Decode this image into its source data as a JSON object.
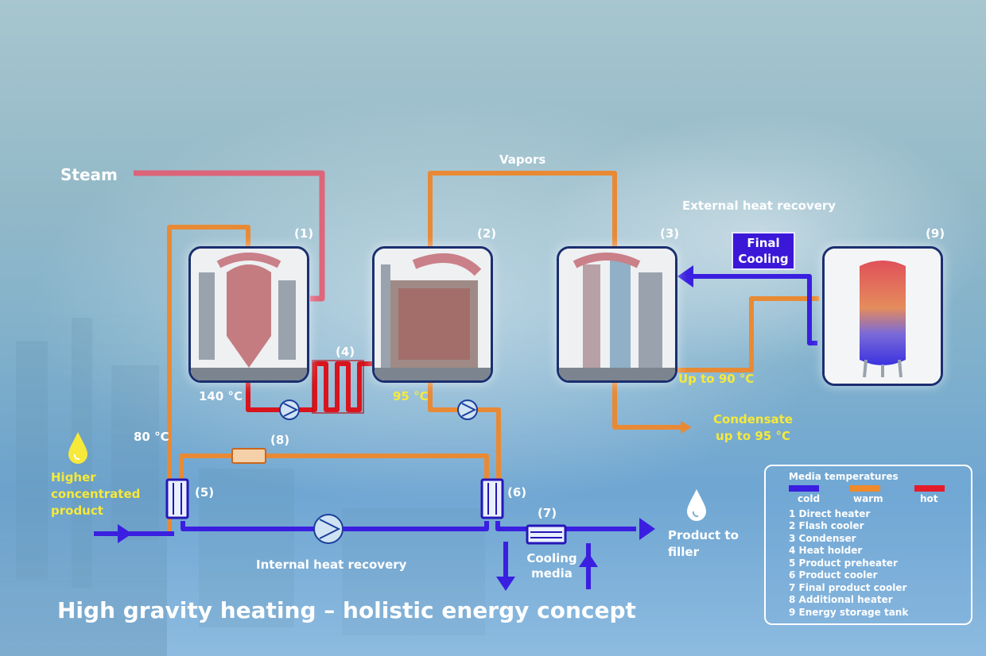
{
  "title": "High gravity heating – holistic energy concept",
  "labels": {
    "steam": "Steam",
    "vapors": "Vapors",
    "external_heat_recovery": "External heat recovery",
    "internal_heat_recovery": "Internal heat recovery",
    "final_cooling": "Final Cooling",
    "higher_concentrated_product": "Higher concentrated product",
    "product_to_filler": "Product to filler",
    "cooling_media": "Cooling media",
    "condensate": "Condensate up to 95 °C",
    "up_to_90": "Up to 90 °C",
    "t140": "140 °C",
    "t95": "95 °C",
    "t80": "80 °C"
  },
  "equipment_numbers": [
    "(1)",
    "(2)",
    "(3)",
    "(4)",
    "(5)",
    "(6)",
    "(7)",
    "(8)",
    "(9)"
  ],
  "legend": {
    "title": "Media temperatures",
    "media": [
      {
        "label": "cold",
        "color": "#3a1fe0"
      },
      {
        "label": "warm",
        "color": "#f08a2a"
      },
      {
        "label": "hot",
        "color": "#e51d2a"
      }
    ],
    "items": [
      "1 Direct heater",
      "2 Flash cooler",
      "3 Condenser",
      "4 Heat holder",
      "5 Product preheater",
      "6 Product cooler",
      "7 Final product cooler",
      "8 Additional heater",
      "9 Energy storage tank"
    ]
  },
  "colors": {
    "cold": "#3a1fe0",
    "warm": "#f08a2a",
    "hot": "#e51d2a",
    "frame": "#1b2f6f"
  },
  "icons": [
    "drop-icon",
    "drop-icon"
  ]
}
